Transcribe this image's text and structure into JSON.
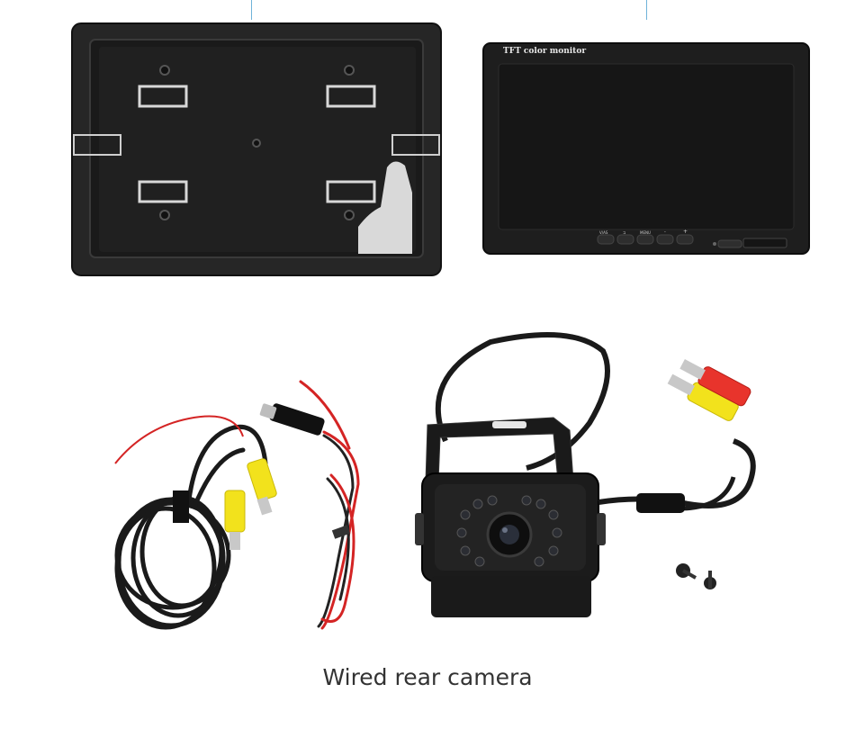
{
  "monitor": {
    "brand_text": "TFT color monitor",
    "buttons": [
      "V/AS",
      "⊐",
      "MENU",
      "-",
      "+"
    ]
  },
  "caption": "Wired rear camera",
  "colors": {
    "plastic": "#1c1c1c",
    "cable_red": "#d42424",
    "rca_yellow": "#f2e21c",
    "rca_red": "#e8342c",
    "guide_line": "#6fb3d9"
  }
}
